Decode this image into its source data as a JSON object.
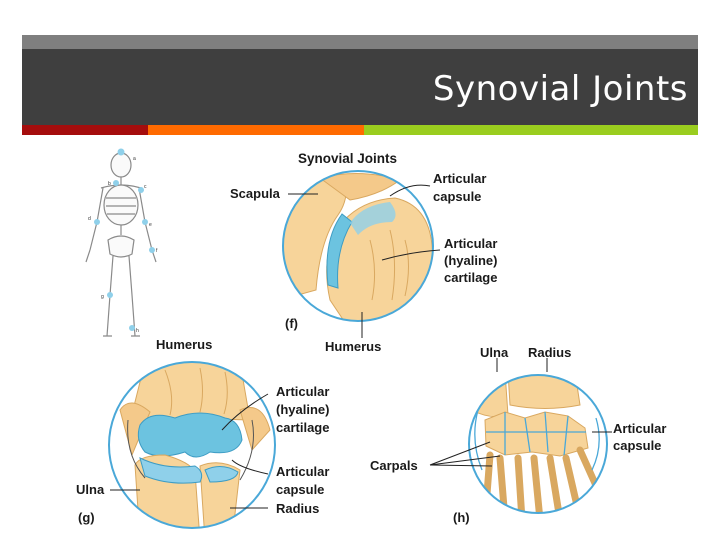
{
  "slide": {
    "title": "Synovial Joints",
    "accent_colors": [
      "#a50d0d",
      "#ff6a00",
      "#9acd1f"
    ]
  },
  "figure": {
    "title": "Synovial Joints",
    "panel_f": {
      "tag": "(f)",
      "labels": {
        "scapula": "Scapula",
        "articular_capsule_1": "Articular",
        "articular_capsule_2": "capsule",
        "cartilage_1": "Articular",
        "cartilage_2": "(hyaline)",
        "cartilage_3": "cartilage",
        "humerus": "Humerus"
      }
    },
    "panel_g": {
      "tag": "(g)",
      "labels": {
        "humerus": "Humerus",
        "cartilage_1": "Articular",
        "cartilage_2": "(hyaline)",
        "cartilage_3": "cartilage",
        "capsule_1": "Articular",
        "capsule_2": "capsule",
        "ulna": "Ulna",
        "radius": "Radius"
      }
    },
    "panel_h": {
      "tag": "(h)",
      "labels": {
        "ulna": "Ulna",
        "radius": "Radius",
        "carpals": "Carpals",
        "capsule_1": "Articular",
        "capsule_2": "capsule"
      }
    },
    "skeleton_markers": [
      "a",
      "b",
      "c",
      "d",
      "e",
      "f",
      "g",
      "h"
    ],
    "colors": {
      "bone": "#f7d49a",
      "bone_dark": "#d9a860",
      "cartilage": "#6cc3e0",
      "circle_outline": "#4aa8d8",
      "leader": "#222222"
    }
  }
}
